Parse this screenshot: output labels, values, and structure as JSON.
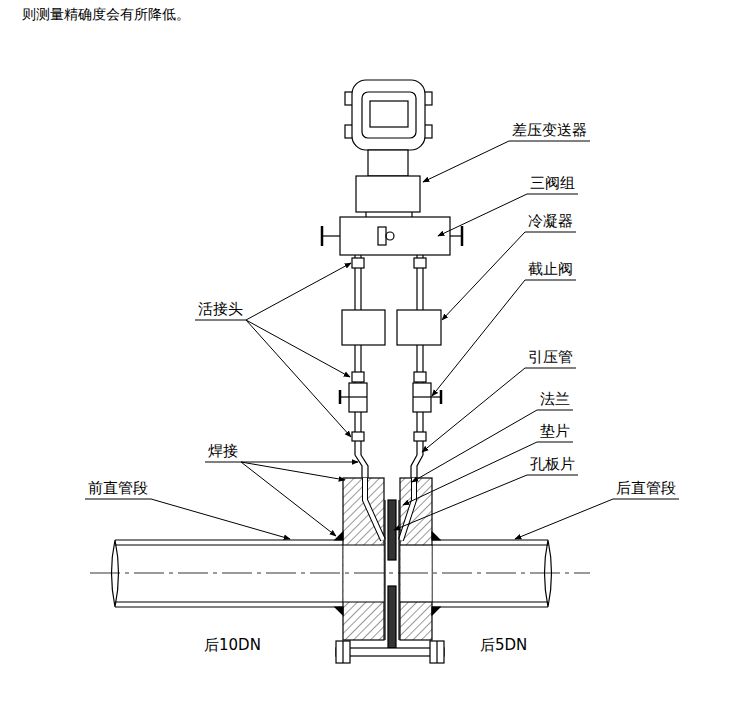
{
  "diagram": {
    "labels": [
      "则测量精确度会有所降低。",
      "差压变送器",
      "三阀组",
      "冷凝器",
      "截止阀",
      "活接头",
      "引压管",
      "法兰",
      "垫片",
      "焊接",
      "孔板片",
      "前直管段",
      "后直管段",
      "后10DN",
      "后5DN"
    ]
  }
}
